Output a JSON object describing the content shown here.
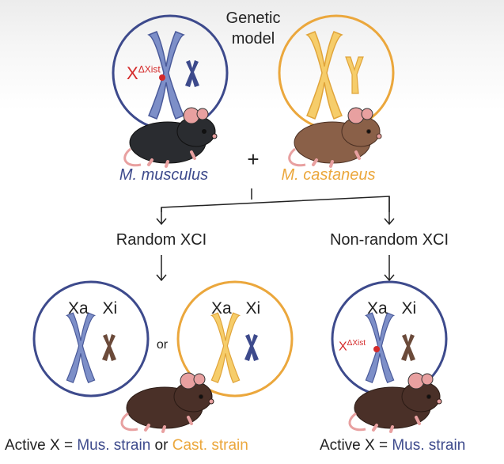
{
  "title": {
    "line1": "Genetic",
    "line2": "model"
  },
  "parents": {
    "left_species": "M. musculus",
    "right_species": "M. castaneus",
    "plus": "+",
    "left_x_label": "X",
    "left_x_super": "ΔXist",
    "right_y_label": ""
  },
  "branches": {
    "left_label": "Random XCI",
    "right_label": "Non-random XCI"
  },
  "offspring": {
    "a": {
      "xa": "Xa",
      "xi": "Xi"
    },
    "or": "or",
    "b": {
      "xa": "Xa",
      "xi": "Xi"
    },
    "c": {
      "xa": "Xa",
      "xi": "Xi",
      "x_label": "X",
      "x_super": "ΔXist"
    }
  },
  "results": {
    "left_prefix": "Active X = ",
    "left_mus": "Mus. strain",
    "left_or": " or ",
    "left_cast": "Cast. strain",
    "right_prefix": "Active X = ",
    "right_mus": "Mus. strain"
  },
  "colors": {
    "musculus": "#3d4a8c",
    "castaneus": "#eba73c",
    "deletion": "#d42a2a",
    "mus_chrom": "#7d8fc8",
    "cast_chrom": "#f6cd6a"
  }
}
